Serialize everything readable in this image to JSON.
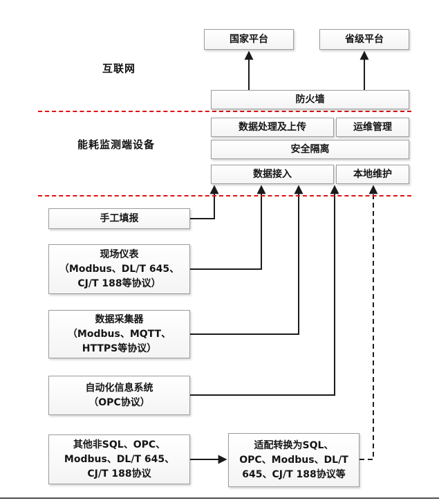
{
  "zones": {
    "internet": "互联网",
    "device": "能耗监测端设备"
  },
  "nodes": {
    "national_platform": "国家平台",
    "provincial_platform": "省级平台",
    "firewall": "防火墙",
    "data_upload": "数据处理及上传",
    "ops_mgmt": "运维管理",
    "security_isolation": "安全隔离",
    "data_access": "数据接入",
    "local_maintenance": "本地维护",
    "manual_entry": "手工填报",
    "field_instruments": "现场仪表\n（Modbus、DL/T 645、\nCJ/T 188等协议）",
    "data_collector": "数据采集器\n（Modbus、MQTT、\nHTTPS等协议）",
    "automation_system": "自动化信息系统\n（OPC协议）",
    "other_protocols": "其他非SQL、OPC、\nModbus、DL/T 645、\nCJ/T 188协议",
    "adapter": "适配转换为SQL、\nOPC、Modbus、DL/T\n645、CJ/T 188协议等"
  },
  "colors": {
    "boundary_dashed": "#e01010",
    "connector": "#1a1a1a",
    "box_border": "#9b9b9b"
  }
}
